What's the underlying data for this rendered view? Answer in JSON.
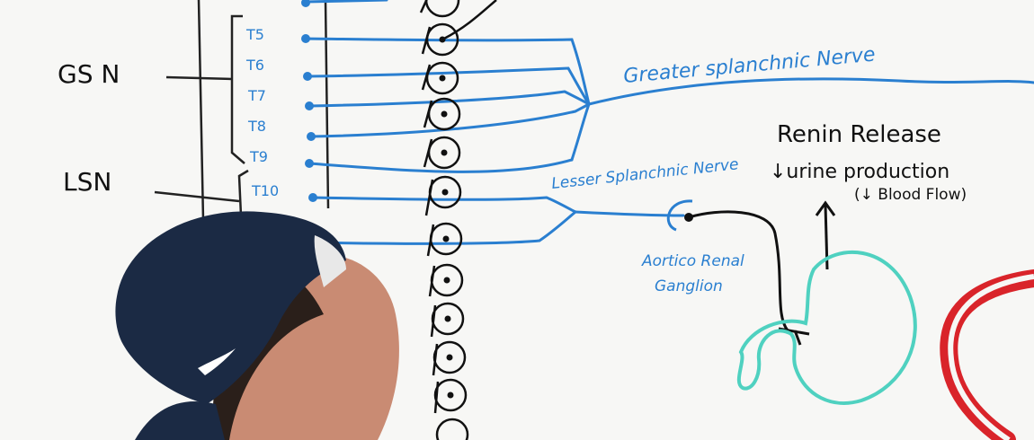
{
  "labels": {
    "gsn": "GS N",
    "lsn": "LSN",
    "greater_nerve": "Greater splanchnic Nerve",
    "lesser_nerve": "Lesser Splanchnic Nerve",
    "ganglion_line1": "Aortico Renal",
    "ganglion_line2": "Ganglion",
    "renin": "Renin Release",
    "urine": "↓urine production",
    "blood_flow": "(↓ Blood Flow)"
  },
  "levels": [
    "T5",
    "T6",
    "T7",
    "T8",
    "T9",
    "T10"
  ],
  "colors": {
    "board": "#f7f7f5",
    "nerve_blue": "#2a7fd0",
    "ink_black": "#111111",
    "kidney_teal": "#4fd1c0",
    "artery_red": "#d9242a",
    "cap_navy": "#1b2a44",
    "skin": "#c98b73"
  },
  "icons": {
    "cap_logo": "swoosh-icon"
  }
}
